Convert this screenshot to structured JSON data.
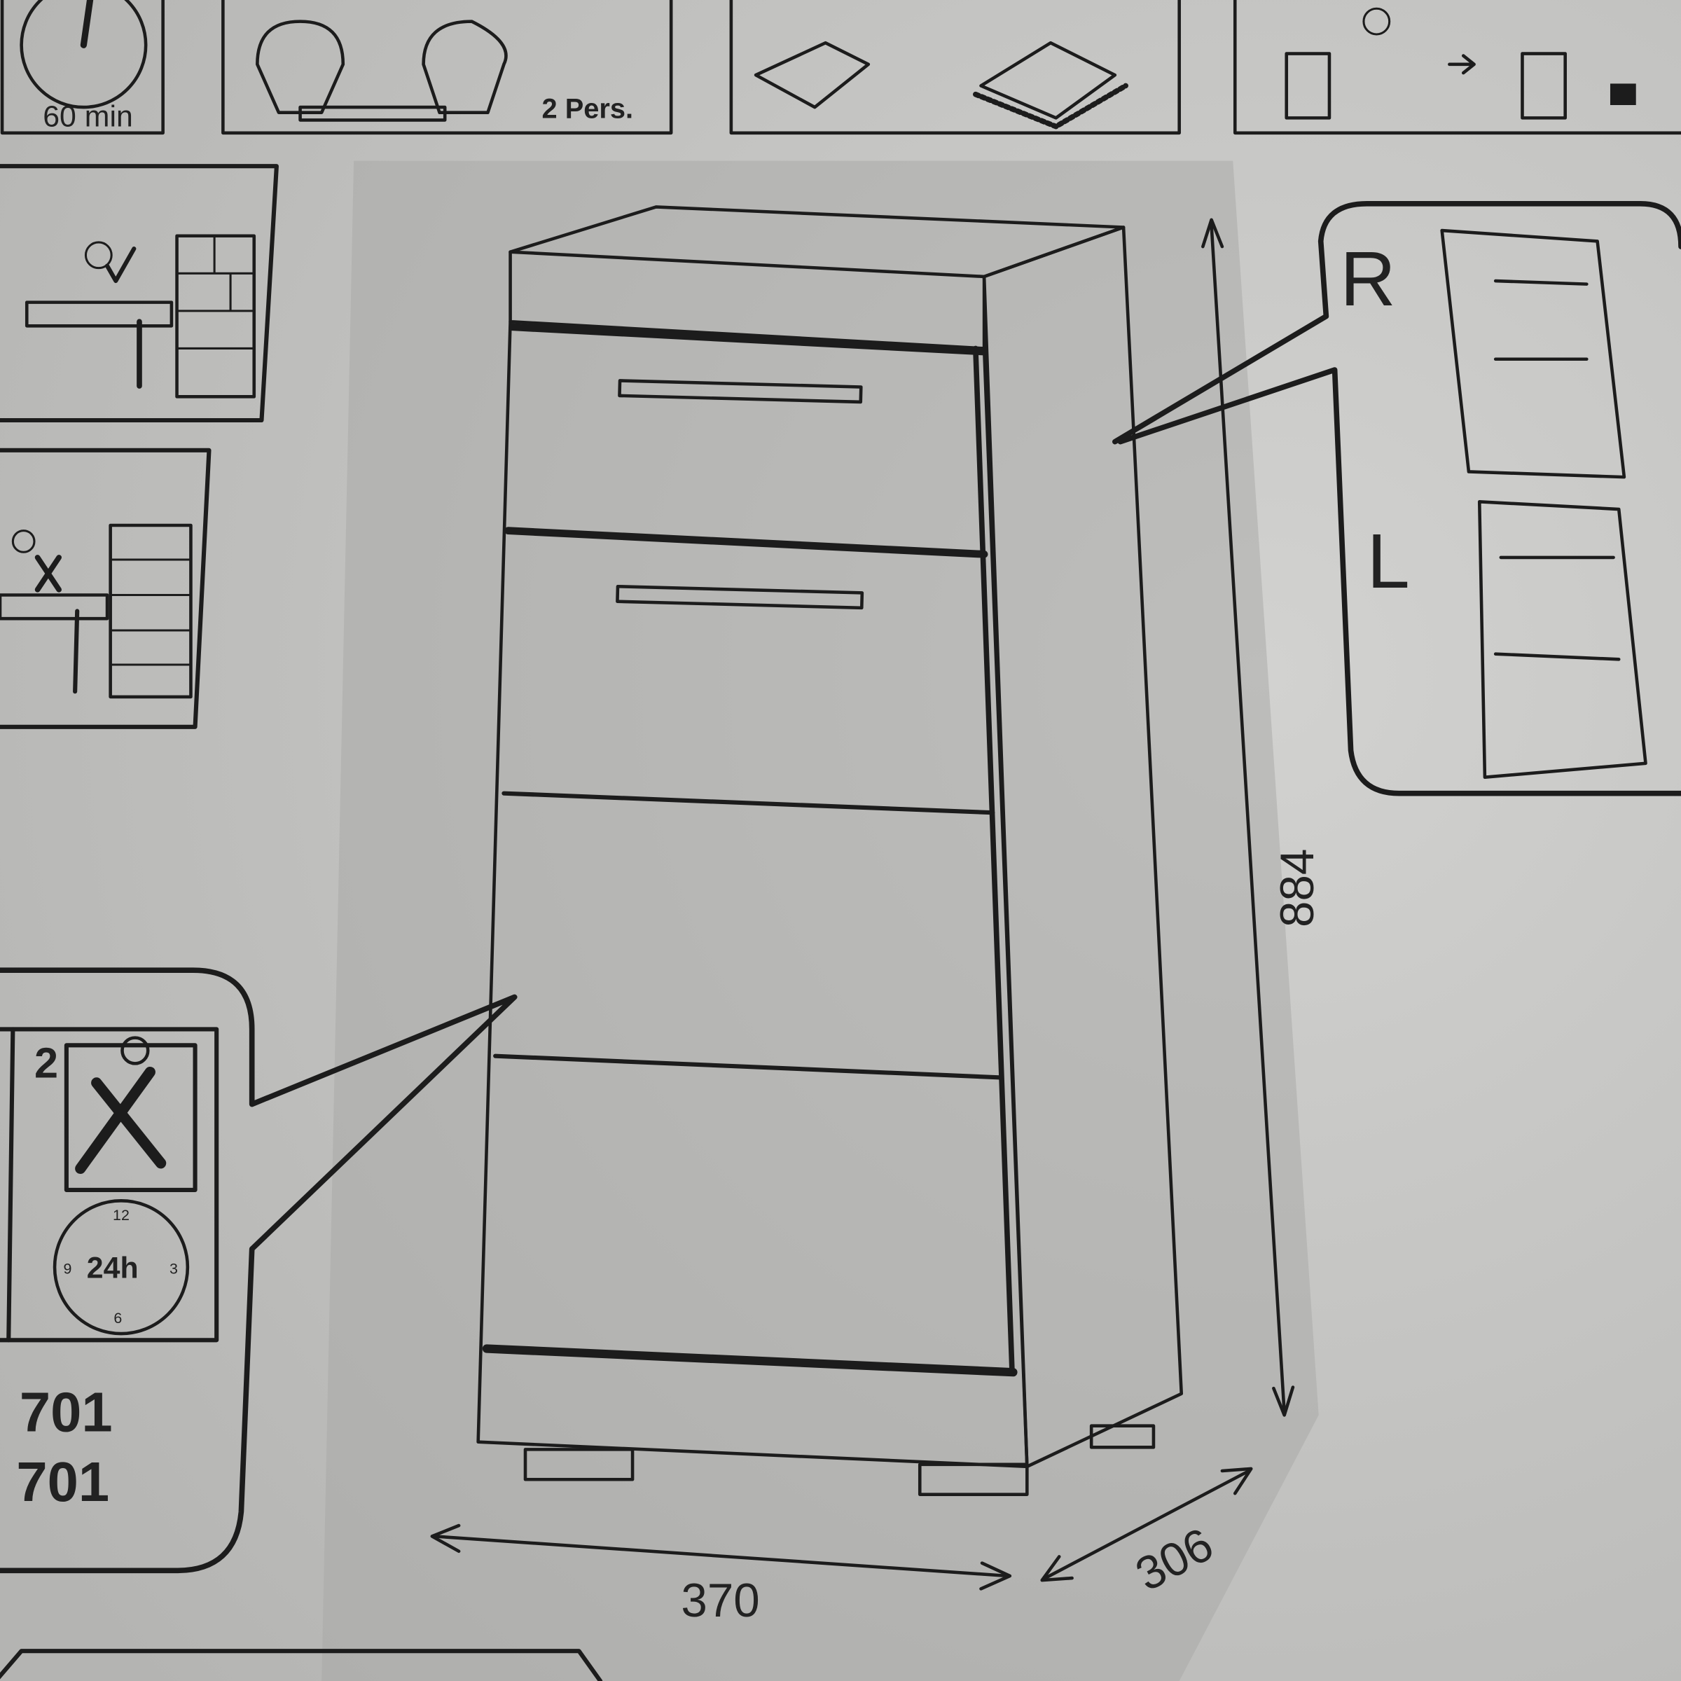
{
  "header_panels": {
    "time_label": "60 min",
    "persons_label": "2 Pers."
  },
  "clock_numbers": [
    "12",
    "3",
    "6",
    "9"
  ],
  "hinge_options": {
    "right_label": "R",
    "left_label": "L"
  },
  "dimensions": {
    "height": "884",
    "width": "370",
    "depth": "306"
  },
  "warning_panel": {
    "step_number": "2",
    "wait_label": "24h",
    "codes": [
      "701",
      "701"
    ]
  },
  "colors": {
    "paper": "#c4c4c2",
    "ink": "#1c1c1c",
    "shadow": "#a9a9a7"
  }
}
